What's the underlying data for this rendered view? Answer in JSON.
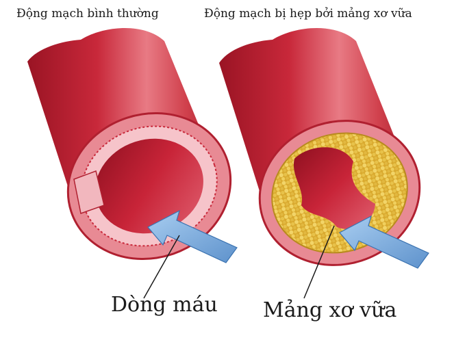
{
  "labels": {
    "normal_artery_title": "Động mạch bình thường",
    "narrowed_artery_title": "Động mạch bị hẹp bởi mảng xơ vữa",
    "blood_flow_label": "Dòng máu",
    "plaque_label": "Mảng xơ vữa"
  },
  "colors": {
    "vessel_outer": "#c8283a",
    "vessel_dark": "#9a1424",
    "vessel_highlight": "#e87a84",
    "vessel_wall": "#f2b7be",
    "vessel_lumen": "#b8182c",
    "plaque": "#e8c24a",
    "plaque_dark": "#b88a1e",
    "arrow": "#7fb1e0",
    "arrow_edge": "#3a72b0"
  },
  "icons": {
    "arrow": "flow-arrow-icon",
    "plaque": "plaque-icon"
  }
}
